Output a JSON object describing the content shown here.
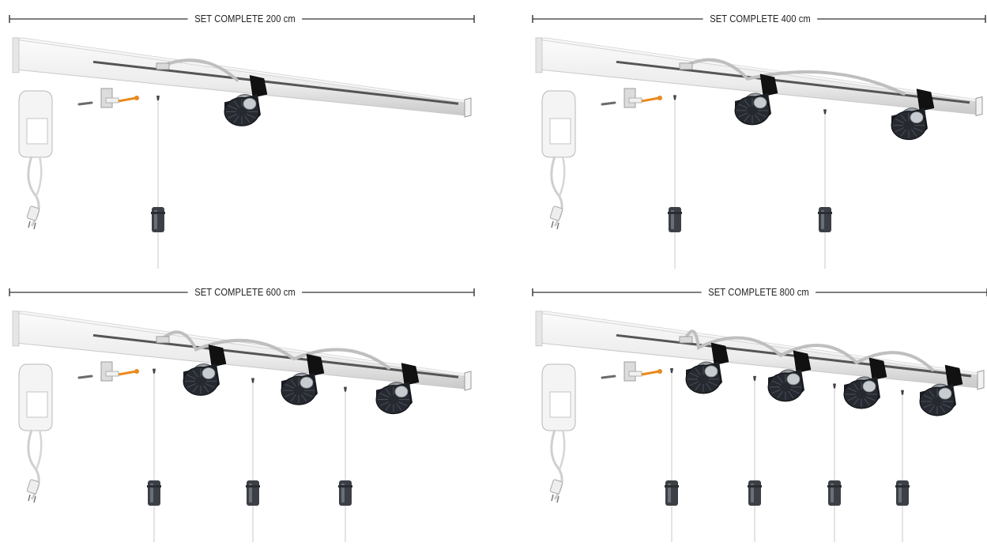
{
  "panels": [
    {
      "label": "SET COMPLETE 200 cm",
      "spots": 1
    },
    {
      "label": "SET COMPLETE 400 cm",
      "spots": 2
    },
    {
      "label": "SET COMPLETE 600 cm",
      "spots": 3
    },
    {
      "label": "SET COMPLETE 800 cm",
      "spots": 4
    }
  ],
  "colors": {
    "rail": "#f0f0f0",
    "rail_shadow": "#bdbdbd",
    "track": "#555555",
    "spot_head": "#1c1f24",
    "spot_ring": "#cfd3d7",
    "cable": "#bfbfbf",
    "weight": "#3c4046",
    "screw_accent": "#e98a1e"
  },
  "icons": [
    "dimension-line",
    "transformer-icon",
    "plug-icon",
    "wall-bracket-icon",
    "screw-icon",
    "spotlight-icon",
    "hanging-wire",
    "cable-weight-icon"
  ]
}
